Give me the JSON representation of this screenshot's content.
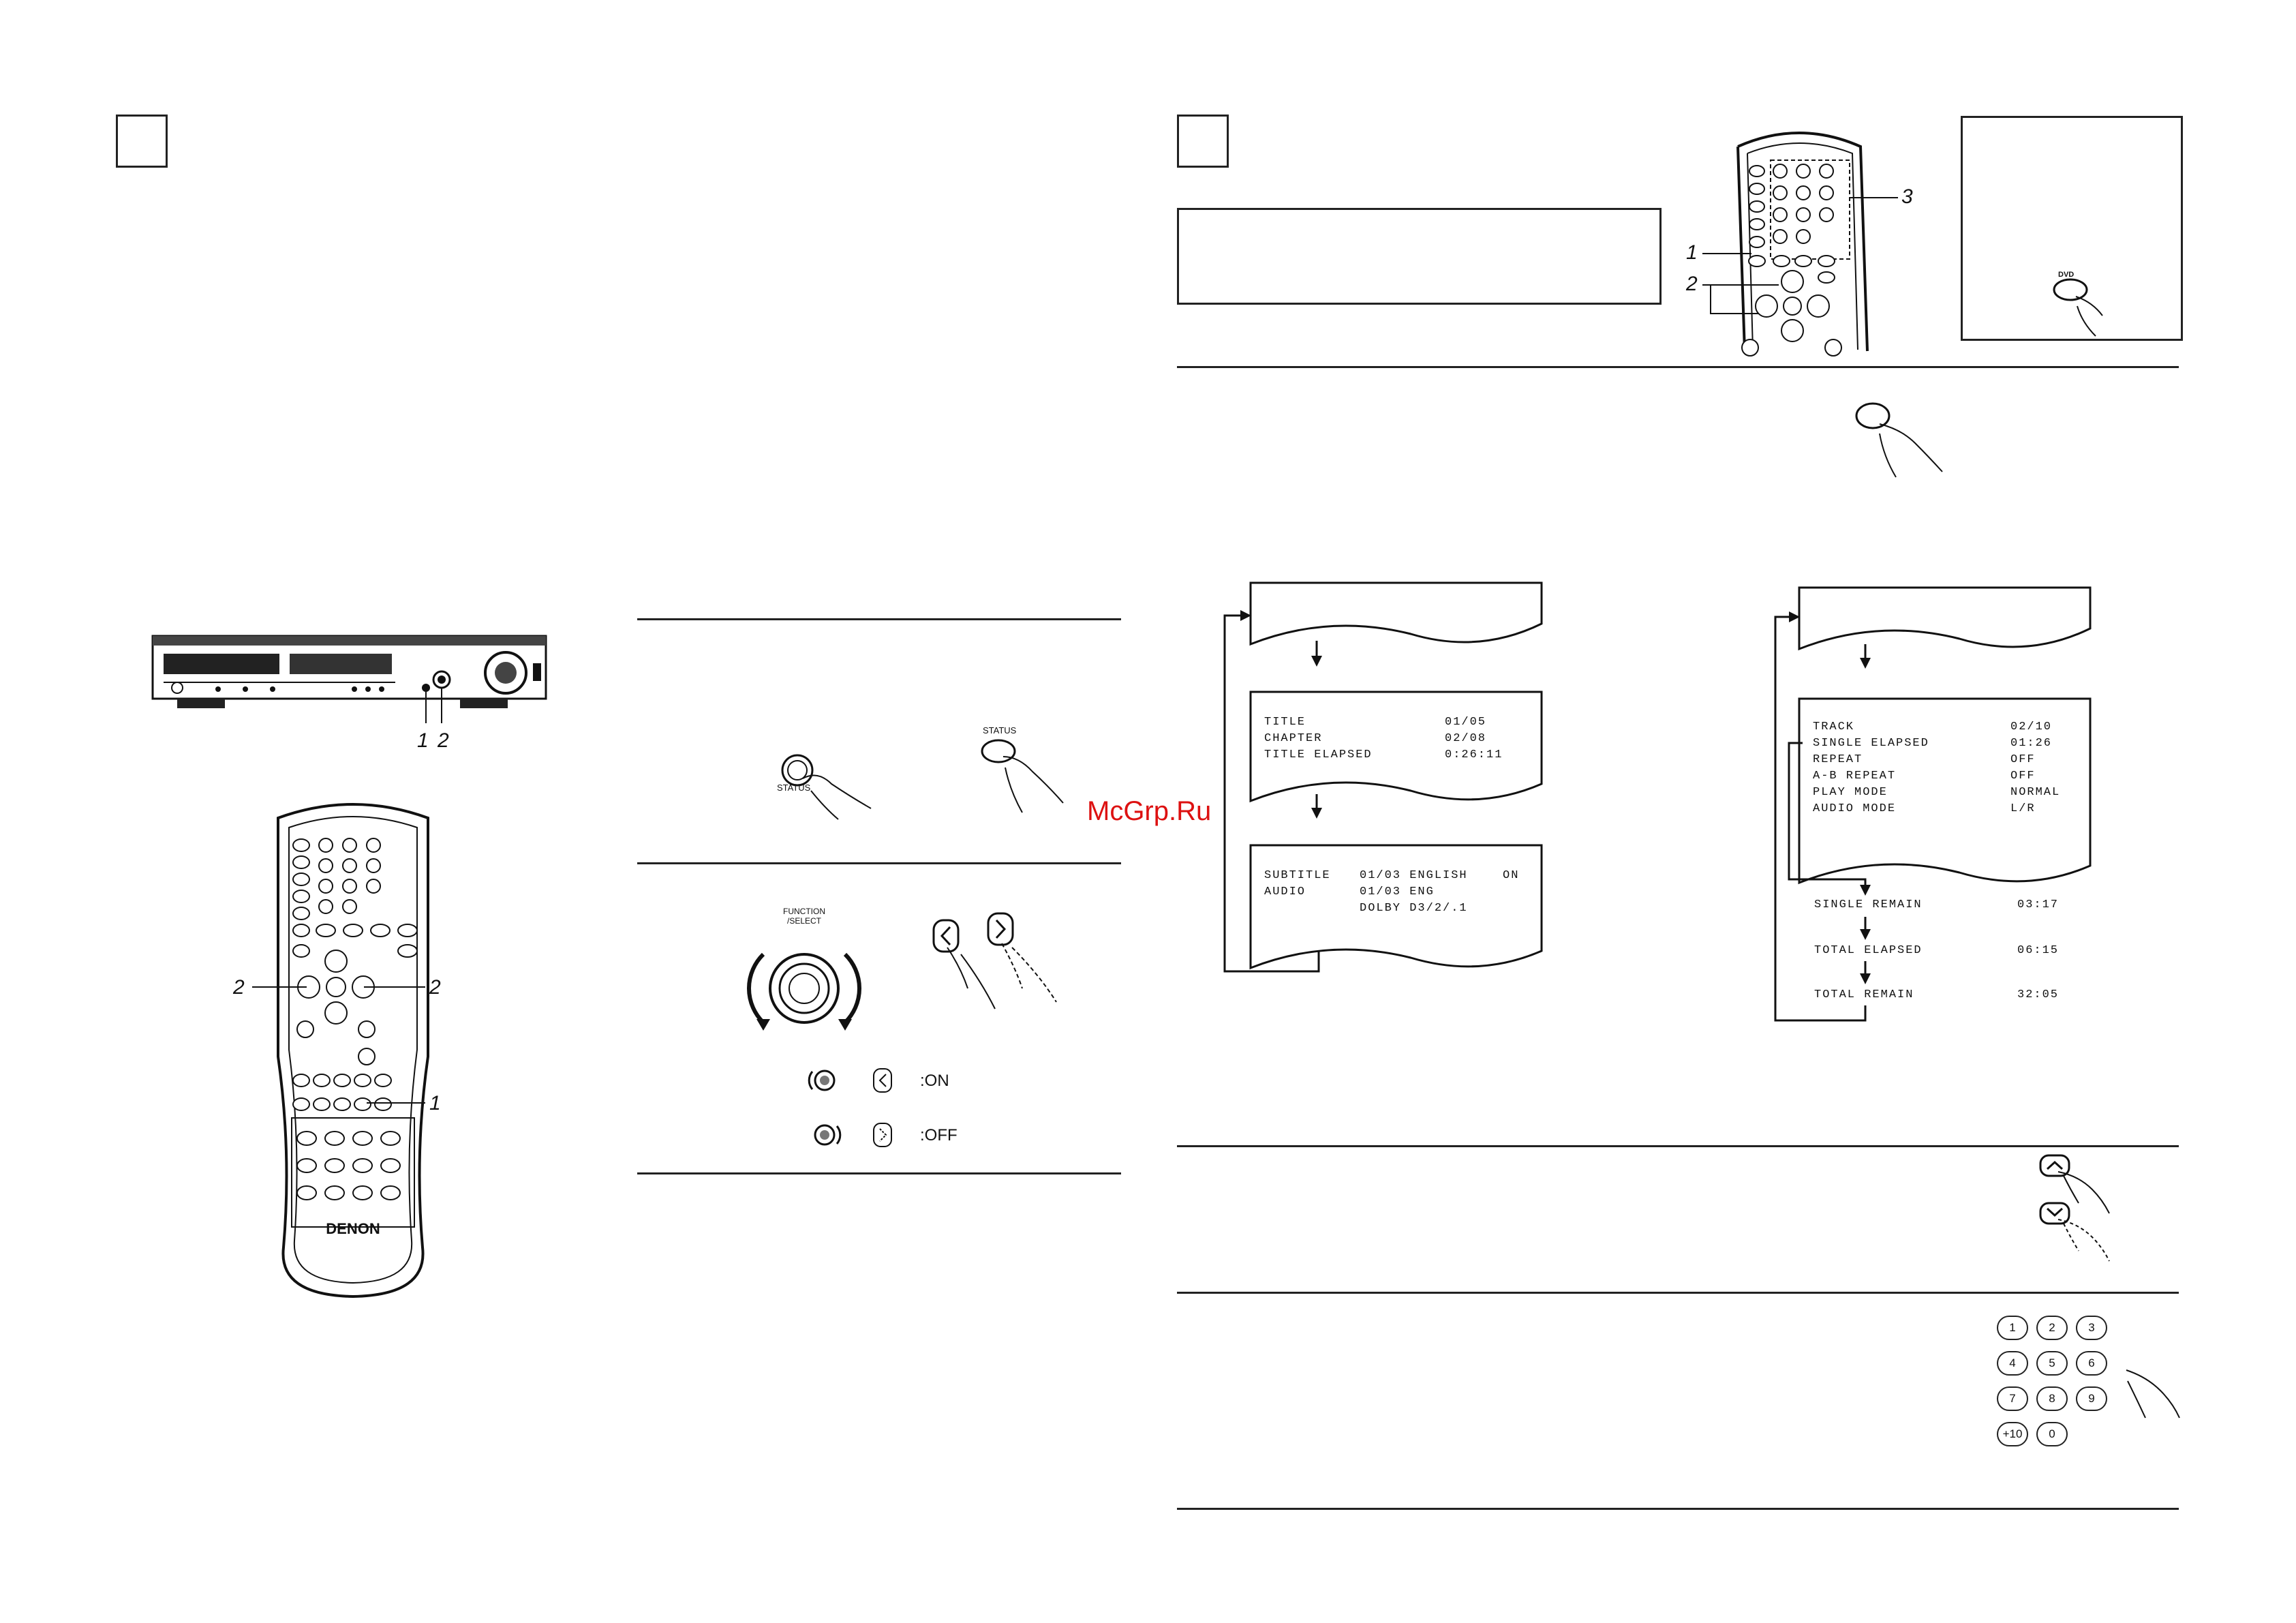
{
  "page": {
    "watermark": "McGrp.Ru"
  },
  "main_unit": {
    "callout_1": "1",
    "callout_2": "2"
  },
  "remote_left": {
    "brand": "DENON",
    "callout_left_2": "2",
    "callout_right_2": "2",
    "callout_1": "1"
  },
  "status_step": {
    "button_label_left": "STATUS",
    "button_label_right": "STATUS"
  },
  "select_step": {
    "knob_label": "FUNCTION\n/SELECT",
    "on_label": ":ON",
    "off_label": ":OFF"
  },
  "remote_top": {
    "callout_1": "1",
    "callout_2": "2",
    "callout_3": "3"
  },
  "inset": {
    "button_label": "DVD"
  },
  "dvd_display": {
    "screen2": [
      {
        "label": "TITLE",
        "value": "01/05"
      },
      {
        "label": "CHAPTER",
        "value": "02/08"
      },
      {
        "label": "TITLE ELAPSED",
        "value": "0:26:11"
      }
    ],
    "screen3": [
      {
        "label": "SUBTITLE",
        "value": "01/03 ENGLISH",
        "extra": "ON"
      },
      {
        "label": "AUDIO",
        "value": "01/03 ENG",
        "extra": ""
      },
      {
        "label": "",
        "value": "DOLBY D3/2/.1",
        "extra": ""
      }
    ]
  },
  "cd_display": {
    "screen2": [
      {
        "label": "TRACK",
        "value": "02/10"
      },
      {
        "label": "SINGLE ELAPSED",
        "value": "01:26"
      },
      {
        "label": "REPEAT",
        "value": "OFF"
      },
      {
        "label": "A-B REPEAT",
        "value": "OFF"
      },
      {
        "label": "PLAY MODE",
        "value": "NORMAL"
      },
      {
        "label": "AUDIO MODE",
        "value": "L/R"
      }
    ],
    "cycle": [
      {
        "label": "SINGLE REMAIN",
        "value": "03:17"
      },
      {
        "label": "TOTAL ELAPSED",
        "value": "06:15"
      },
      {
        "label": "TOTAL REMAIN",
        "value": "32:05"
      }
    ]
  },
  "numpad": {
    "keys": [
      "1",
      "2",
      "3",
      "4",
      "5",
      "6",
      "7",
      "8",
      "9",
      "+10",
      "0"
    ]
  }
}
